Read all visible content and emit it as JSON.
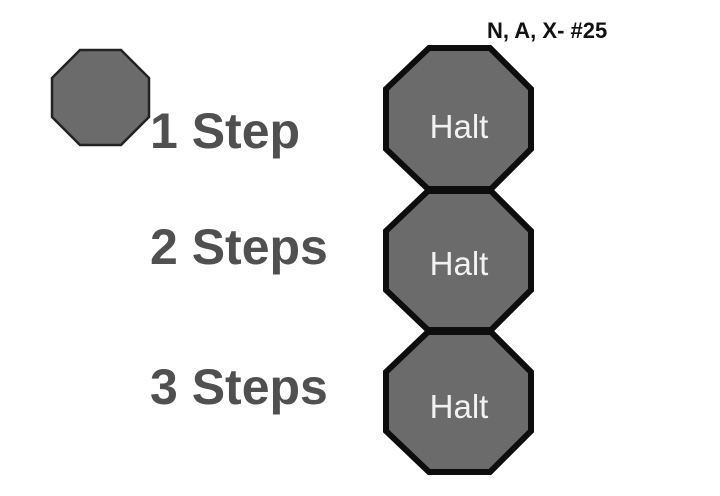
{
  "figure": {
    "code_label": "N, A, X- #25",
    "legend_icon": "stop-octagon-icon",
    "colors": {
      "octagon_fill": "#6b6b6b",
      "octagon_stroke": "#111111",
      "label_text": "#505050",
      "halt_text": "#f2f2f2",
      "background": "#ffffff"
    },
    "rows": [
      {
        "label": "1 Step",
        "sign_text": "Halt"
      },
      {
        "label": "2 Steps",
        "sign_text": "Halt"
      },
      {
        "label": "3 Steps",
        "sign_text": "Halt"
      }
    ]
  }
}
